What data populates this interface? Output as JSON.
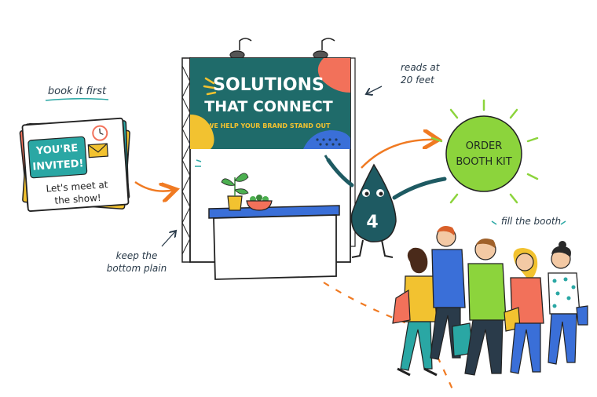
{
  "invite_card": {
    "headline_line1": "YOU'RE",
    "headline_line2": "INVITED!",
    "message_line1": "Let's meet at",
    "message_line2": "the show!"
  },
  "banner": {
    "title_line1": "SOLUTIONS",
    "title_line2": "THAT CONNECT",
    "tagline": "WE HELP YOUR BRAND STAND OUT"
  },
  "mascot": {
    "badge": "4"
  },
  "order_sticker": {
    "line1": "ORDER",
    "line2": "BOOTH KIT"
  },
  "notes": {
    "book_it_first": "book it first",
    "reads_at_line1": "reads at",
    "reads_at_line2": "20 feet",
    "keep_bottom_line1": "keep the",
    "keep_bottom_line2": "bottom plain",
    "fill_the_booth": "fill the booth"
  },
  "colors": {
    "banner_teal": "#1f6b6a",
    "accent_yellow": "#f2c230",
    "accent_coral": "#f2715a",
    "accent_blue": "#3a6fd8",
    "arrow_orange": "#f07a22",
    "sticker_green": "#8cd43c",
    "mascot_teal": "#1e5a62",
    "invite_teal": "#2aa7a4"
  }
}
